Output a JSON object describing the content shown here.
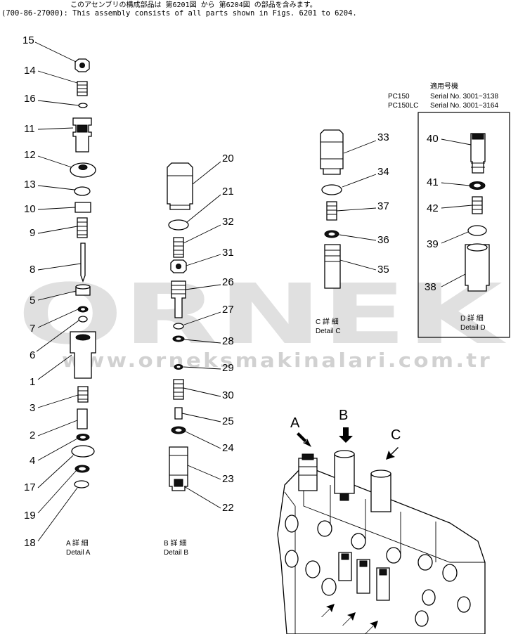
{
  "header": {
    "line1": "このアセンブリの構成部品は 第6201図 から 第6204図 の部品を含みます。",
    "line2": "(700-86-27000): This assembly consists of all parts shown in Figs. 6201 to 6204."
  },
  "applicability": {
    "title": "適用号機",
    "rows": [
      {
        "model": "PC150",
        "serial": "Serial  No. 3001~3138"
      },
      {
        "model": "PC150LC",
        "serial": "Serial  No. 3001~3164"
      }
    ]
  },
  "details": {
    "a": {
      "jp": "A 詳 細",
      "en": "Detail A"
    },
    "b": {
      "jp": "B 詳 細",
      "en": "Detail B"
    },
    "c": {
      "jp": "C 詳 細",
      "en": "Detail C"
    },
    "d": {
      "jp": "D 詳 細",
      "en": "Detail D"
    }
  },
  "callouts": {
    "arrow_a": "A",
    "arrow_b": "B",
    "arrow_c": "C"
  },
  "parts_a": [
    "15",
    "14",
    "16",
    "11",
    "12",
    "13",
    "10",
    "9",
    "8",
    "5",
    "7",
    "6",
    "1",
    "3",
    "2",
    "4",
    "17",
    "19",
    "18"
  ],
  "parts_b": [
    "20",
    "21",
    "32",
    "31",
    "26",
    "27",
    "28",
    "29",
    "30",
    "25",
    "24",
    "23",
    "22"
  ],
  "parts_c": [
    "33",
    "34",
    "37",
    "36",
    "35"
  ],
  "parts_d": [
    "40",
    "41",
    "42",
    "39",
    "38"
  ],
  "watermark": {
    "brand": "ORNEK",
    "site": "www.orneksmakinalari.com.tr"
  }
}
